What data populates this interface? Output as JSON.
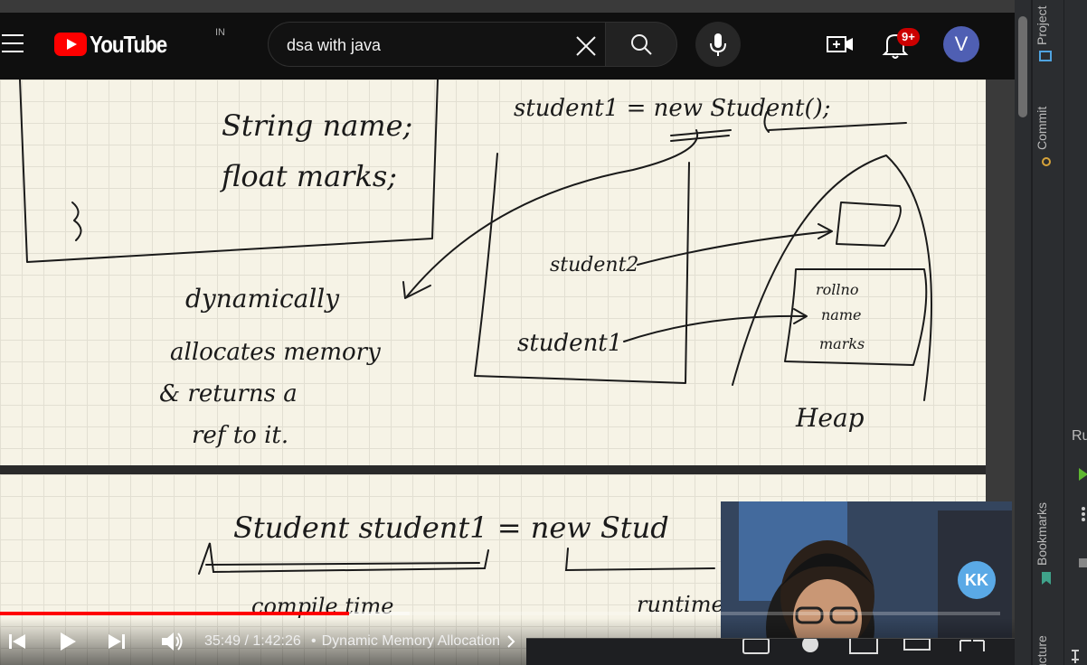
{
  "header": {
    "logo_text": "YouTube",
    "country_code": "IN",
    "search": {
      "value": "dsa with java"
    },
    "notification_count": "9+",
    "avatar_initial": "V"
  },
  "player": {
    "current_time": "35:49",
    "duration": "1:42:26",
    "time_display": "35:49 / 1:42:26",
    "chapter_title": "Dynamic Memory Allocation",
    "progress_fraction": 0.349,
    "buffered_fraction": 0.41
  },
  "whiteboard": {
    "handwriting": [
      "String name;",
      "float marks;",
      "}",
      "student1 = new Student();",
      "student2",
      "student1",
      "rollno",
      "name",
      "marks",
      "dynamically",
      "allocates memory",
      "& returns a",
      "ref to it.",
      "Heap",
      "Student student1 = new Stud",
      "compile time",
      "runtime"
    ]
  },
  "webcam": {
    "channel_badge": "KK"
  },
  "ide": {
    "tabs": [
      "Project",
      "Commit",
      "Bookmarks",
      "Structure"
    ],
    "run_label": "Ru"
  },
  "colors": {
    "youtube_red": "#ff0000",
    "badge_red": "#cc0000",
    "avatar_blue": "#4f5fb3",
    "board_paper": "#f6f3e6",
    "ide_bg": "#2b2d30"
  }
}
